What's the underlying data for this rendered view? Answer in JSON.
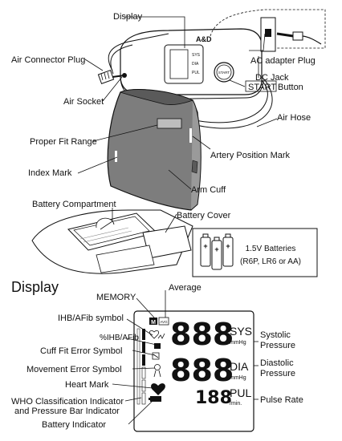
{
  "device_labels": {
    "display": "Display",
    "air_connector_plug": "Air Connector Plug",
    "ac_adapter_plug": "AC adapter Plug",
    "dc_jack": "DC Jack",
    "start": "START",
    "button": "Button",
    "air_socket": "Air Socket",
    "air_hose": "Air Hose",
    "proper_fit_range": "Proper Fit Range",
    "artery_position_mark": "Artery Position Mark",
    "index_mark": "Index Mark",
    "arm_cuff": "Arm Cuff",
    "battery_compartment": "Battery Compartment",
    "battery_cover": "Battery Cover",
    "batteries_line1": "1.5V Batteries",
    "batteries_line2": "(R6P, LR6 or AA)",
    "brand": "A&D",
    "start_on_device": "START"
  },
  "display_section": {
    "title": "Display",
    "memory": "MEMORY",
    "average": "Average",
    "ihb_afib_symbol": "IHB/AFib symbol",
    "pct_ihb_afib": "%IHB/AFib",
    "cuff_fit_error": "Cuff Fit Error Symbol",
    "movement_error": "Movement Error Symbol",
    "heart_mark": "Heart Mark",
    "who_line1": "WHO Classification Indicator",
    "who_line2": "and Pressure Bar Indicator",
    "battery_indicator": "Battery Indicator",
    "systolic_line1": "Systolic",
    "systolic_line2": "Pressure",
    "diastolic_line1": "Diastolic",
    "diastolic_line2": "Pressure",
    "pulse_rate": "Pulse Rate",
    "screen": {
      "sys_digits": "888",
      "dia_digits": "888",
      "pul_digits": "188",
      "sys": "SYS",
      "dia": "DIA",
      "pul": "PUL",
      "mmhg": "mmHg",
      "per_min": "/min.",
      "memory_icon": "M",
      "average_icon": "AVG"
    }
  },
  "colors": {
    "ink": "#111111",
    "cuff_fill": "#7d7d7d",
    "cuff_dark": "#5a5a5a"
  }
}
